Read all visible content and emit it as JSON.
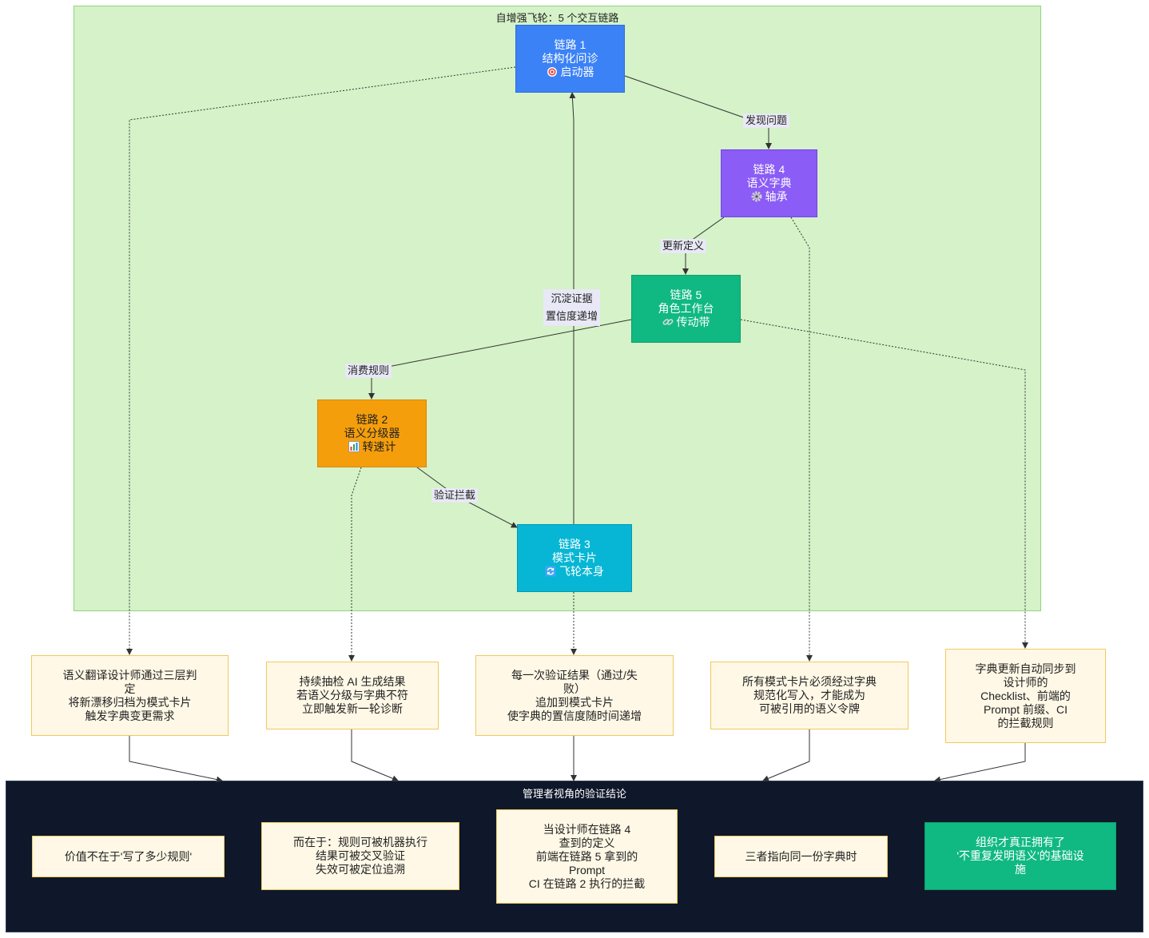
{
  "flywheel": {
    "title": "自增强飞轮：5 个交互链路",
    "link1": {
      "l1": "链路 1",
      "l2": "结构化问诊",
      "l3": "启动器",
      "icon": "target-icon",
      "color": "#3b82f6"
    },
    "link4": {
      "l1": "链路 4",
      "l2": "语义字典",
      "l3": "轴承",
      "icon": "gear-icon",
      "color": "#8b5cf6"
    },
    "link5": {
      "l1": "链路 5",
      "l2": "角色工作台",
      "l3": "传动带",
      "icon": "link-icon",
      "color": "#10b981"
    },
    "link2": {
      "l1": "链路 2",
      "l2": "语义分级器",
      "l3": "转速计",
      "icon": "bar-chart-icon",
      "color": "#f59e0b"
    },
    "link3": {
      "l1": "链路 3",
      "l2": "模式卡片",
      "l3": "飞轮本身",
      "icon": "cycle-arrows-icon",
      "color": "#06b6d4"
    }
  },
  "edge_labels": {
    "e14": "发现问题",
    "e45": "更新定义",
    "e52": "消费规则",
    "e23": "验证拦截",
    "e31_a": "沉淀证据",
    "e31_b": "置信度递增"
  },
  "notes": {
    "n1": [
      "语义翻译设计师通过三层判",
      "定",
      "将新漂移归档为模式卡片",
      "触发字典变更需求"
    ],
    "n2": [
      "持续抽检 AI 生成结果",
      "若语义分级与字典不符",
      "立即触发新一轮诊断"
    ],
    "n3": [
      "每一次验证结果（通过/失",
      "败）",
      "追加到模式卡片",
      "使字典的置信度随时间递增"
    ],
    "n4": [
      "所有模式卡片必须经过字典",
      "规范化写入，才能成为",
      "可被引用的语义令牌"
    ],
    "n5": [
      "字典更新自动同步到",
      "设计师的",
      "Checklist、前端的",
      "Prompt 前缀、CI",
      "的拦截规则"
    ]
  },
  "conclusion": {
    "title": "管理者视角的验证结论",
    "c1": [
      "价值不在于'写了多少规则'"
    ],
    "c2": [
      "而在于：规则可被机器执行",
      "结果可被交叉验证",
      "失效可被定位追溯"
    ],
    "c3": [
      "当设计师在链路 4",
      "查到的定义",
      "前端在链路 5 拿到的",
      "Prompt",
      "CI 在链路 2 执行的拦截"
    ],
    "c4": [
      "三者指向同一份字典时"
    ],
    "c5": [
      "组织才真正拥有了",
      "'不重复发明语义'的基础设",
      "施"
    ]
  },
  "colors": {
    "cluster_fill": "#d5f2c8",
    "cluster_border": "#8fd57e",
    "conclusion_fill": "#0f172a",
    "note_fill": "#fff8e6",
    "note_border": "#f0c95c"
  }
}
